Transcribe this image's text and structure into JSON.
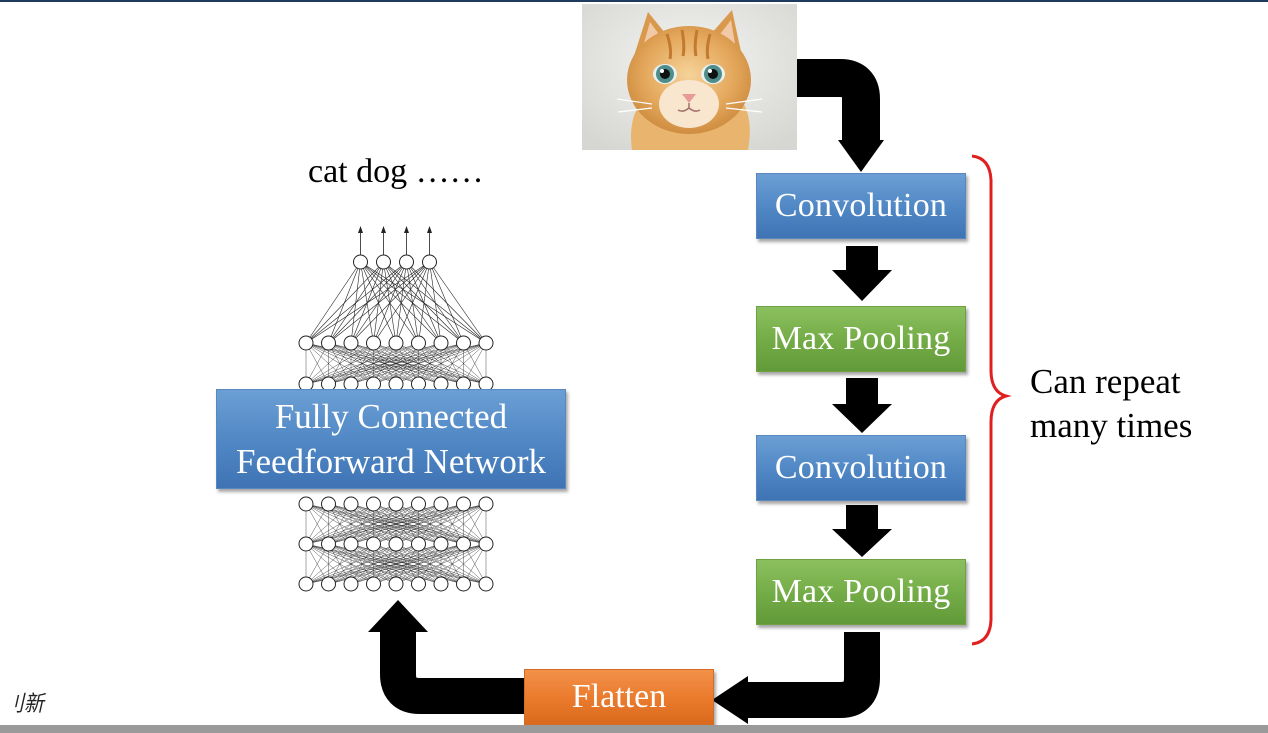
{
  "diagram": {
    "steps": [
      {
        "label": "Convolution"
      },
      {
        "label": "Max Pooling"
      },
      {
        "label": "Convolution"
      },
      {
        "label": "Max Pooling"
      }
    ],
    "flatten_label": "Flatten",
    "fc_line1": "Fully Connected",
    "fc_line2": "Feedforward Network",
    "output_labels": "cat dog ……",
    "repeat_line1": "Can repeat",
    "repeat_line2": "many times",
    "corner_mark": "刂新"
  },
  "colors": {
    "blue_box": "#4f86c4",
    "green_box": "#72ab46",
    "orange_box": "#ea7a2c",
    "brace": "#e02020",
    "arrows": "#000000"
  }
}
